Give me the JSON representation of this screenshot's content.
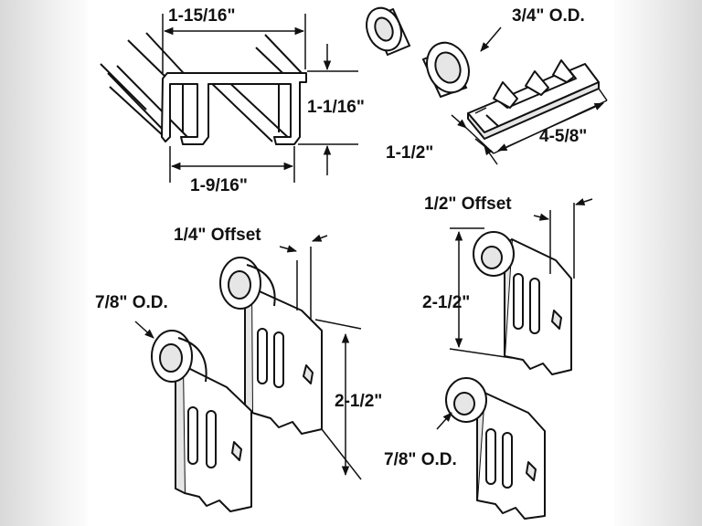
{
  "diagram": {
    "colors": {
      "ink": "#111111",
      "paper": "#ffffff",
      "shade": "#e6e6e6"
    },
    "track": {
      "top_width": "1-15/16\"",
      "height": "1-1/16\"",
      "bottom_width": "1-9/16\""
    },
    "guide": {
      "bumper_od": "3/4\" O.D.",
      "width": "1-1/2\"",
      "length": "4-5/8\""
    },
    "left_rollers": {
      "offset": "1/4\" Offset",
      "wheel_od": "7/8\" O.D.",
      "height": "2-1/2\""
    },
    "right_rollers": {
      "offset": "1/2\" Offset",
      "height": "2-1/2\"",
      "wheel_od": "7/8\" O.D."
    }
  }
}
